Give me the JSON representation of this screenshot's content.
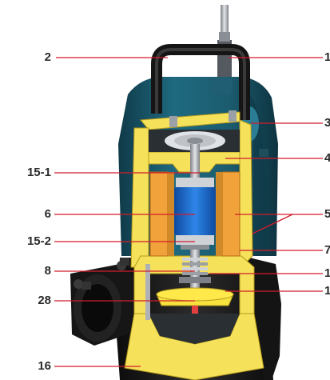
{
  "colors": {
    "leader": "#d21c2c",
    "casing_blue": "#1b5b6e",
    "casing_dark": "#12404f",
    "cut_yellow": "#f5e15a",
    "cut_yellow_dark": "#d8b92c",
    "base_black": "#1a1a1a",
    "stator_orange": "#f2a23a",
    "rotor_blue": "#1e6fd0",
    "metal": "#b9bcc0",
    "label_text": "#2b2b2b"
  },
  "labels": {
    "l2": "2",
    "l15_1": "15-1",
    "l6": "6",
    "l15_2": "15-2",
    "l8": "8",
    "l28": "28",
    "l16": "16",
    "r1": "1",
    "r3": "3",
    "r4": "4",
    "r5": "5",
    "r7": "7",
    "r1b": "1",
    "r1c": "1"
  },
  "icons": {
    "pump": "submersible-pump-cutaway-icon"
  }
}
